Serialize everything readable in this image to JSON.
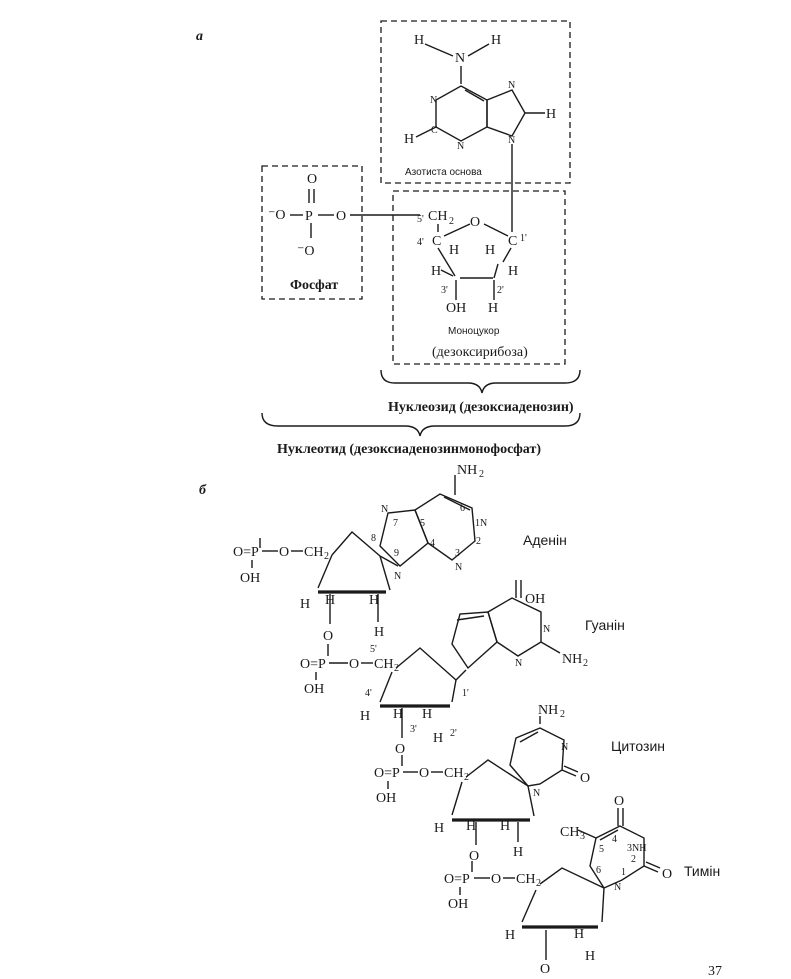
{
  "panel_a": {
    "letter": "а",
    "base_caption": "Азотиста основа",
    "phosphate_caption": "Фосфат",
    "sugar_caption_1": "Моноцукор",
    "sugar_caption_2": "(дезоксирибоза)",
    "nucleoside_caption": "Нуклеозид (дезоксиаденозин)",
    "nucleotide_caption": "Нуклеотид (дезоксиаденозинмонофосфат)"
  },
  "panel_b": {
    "letter": "б",
    "bases": [
      "Аденін",
      "Гуанін",
      "Цитозин",
      "Тимін"
    ]
  },
  "page_number": "37"
}
